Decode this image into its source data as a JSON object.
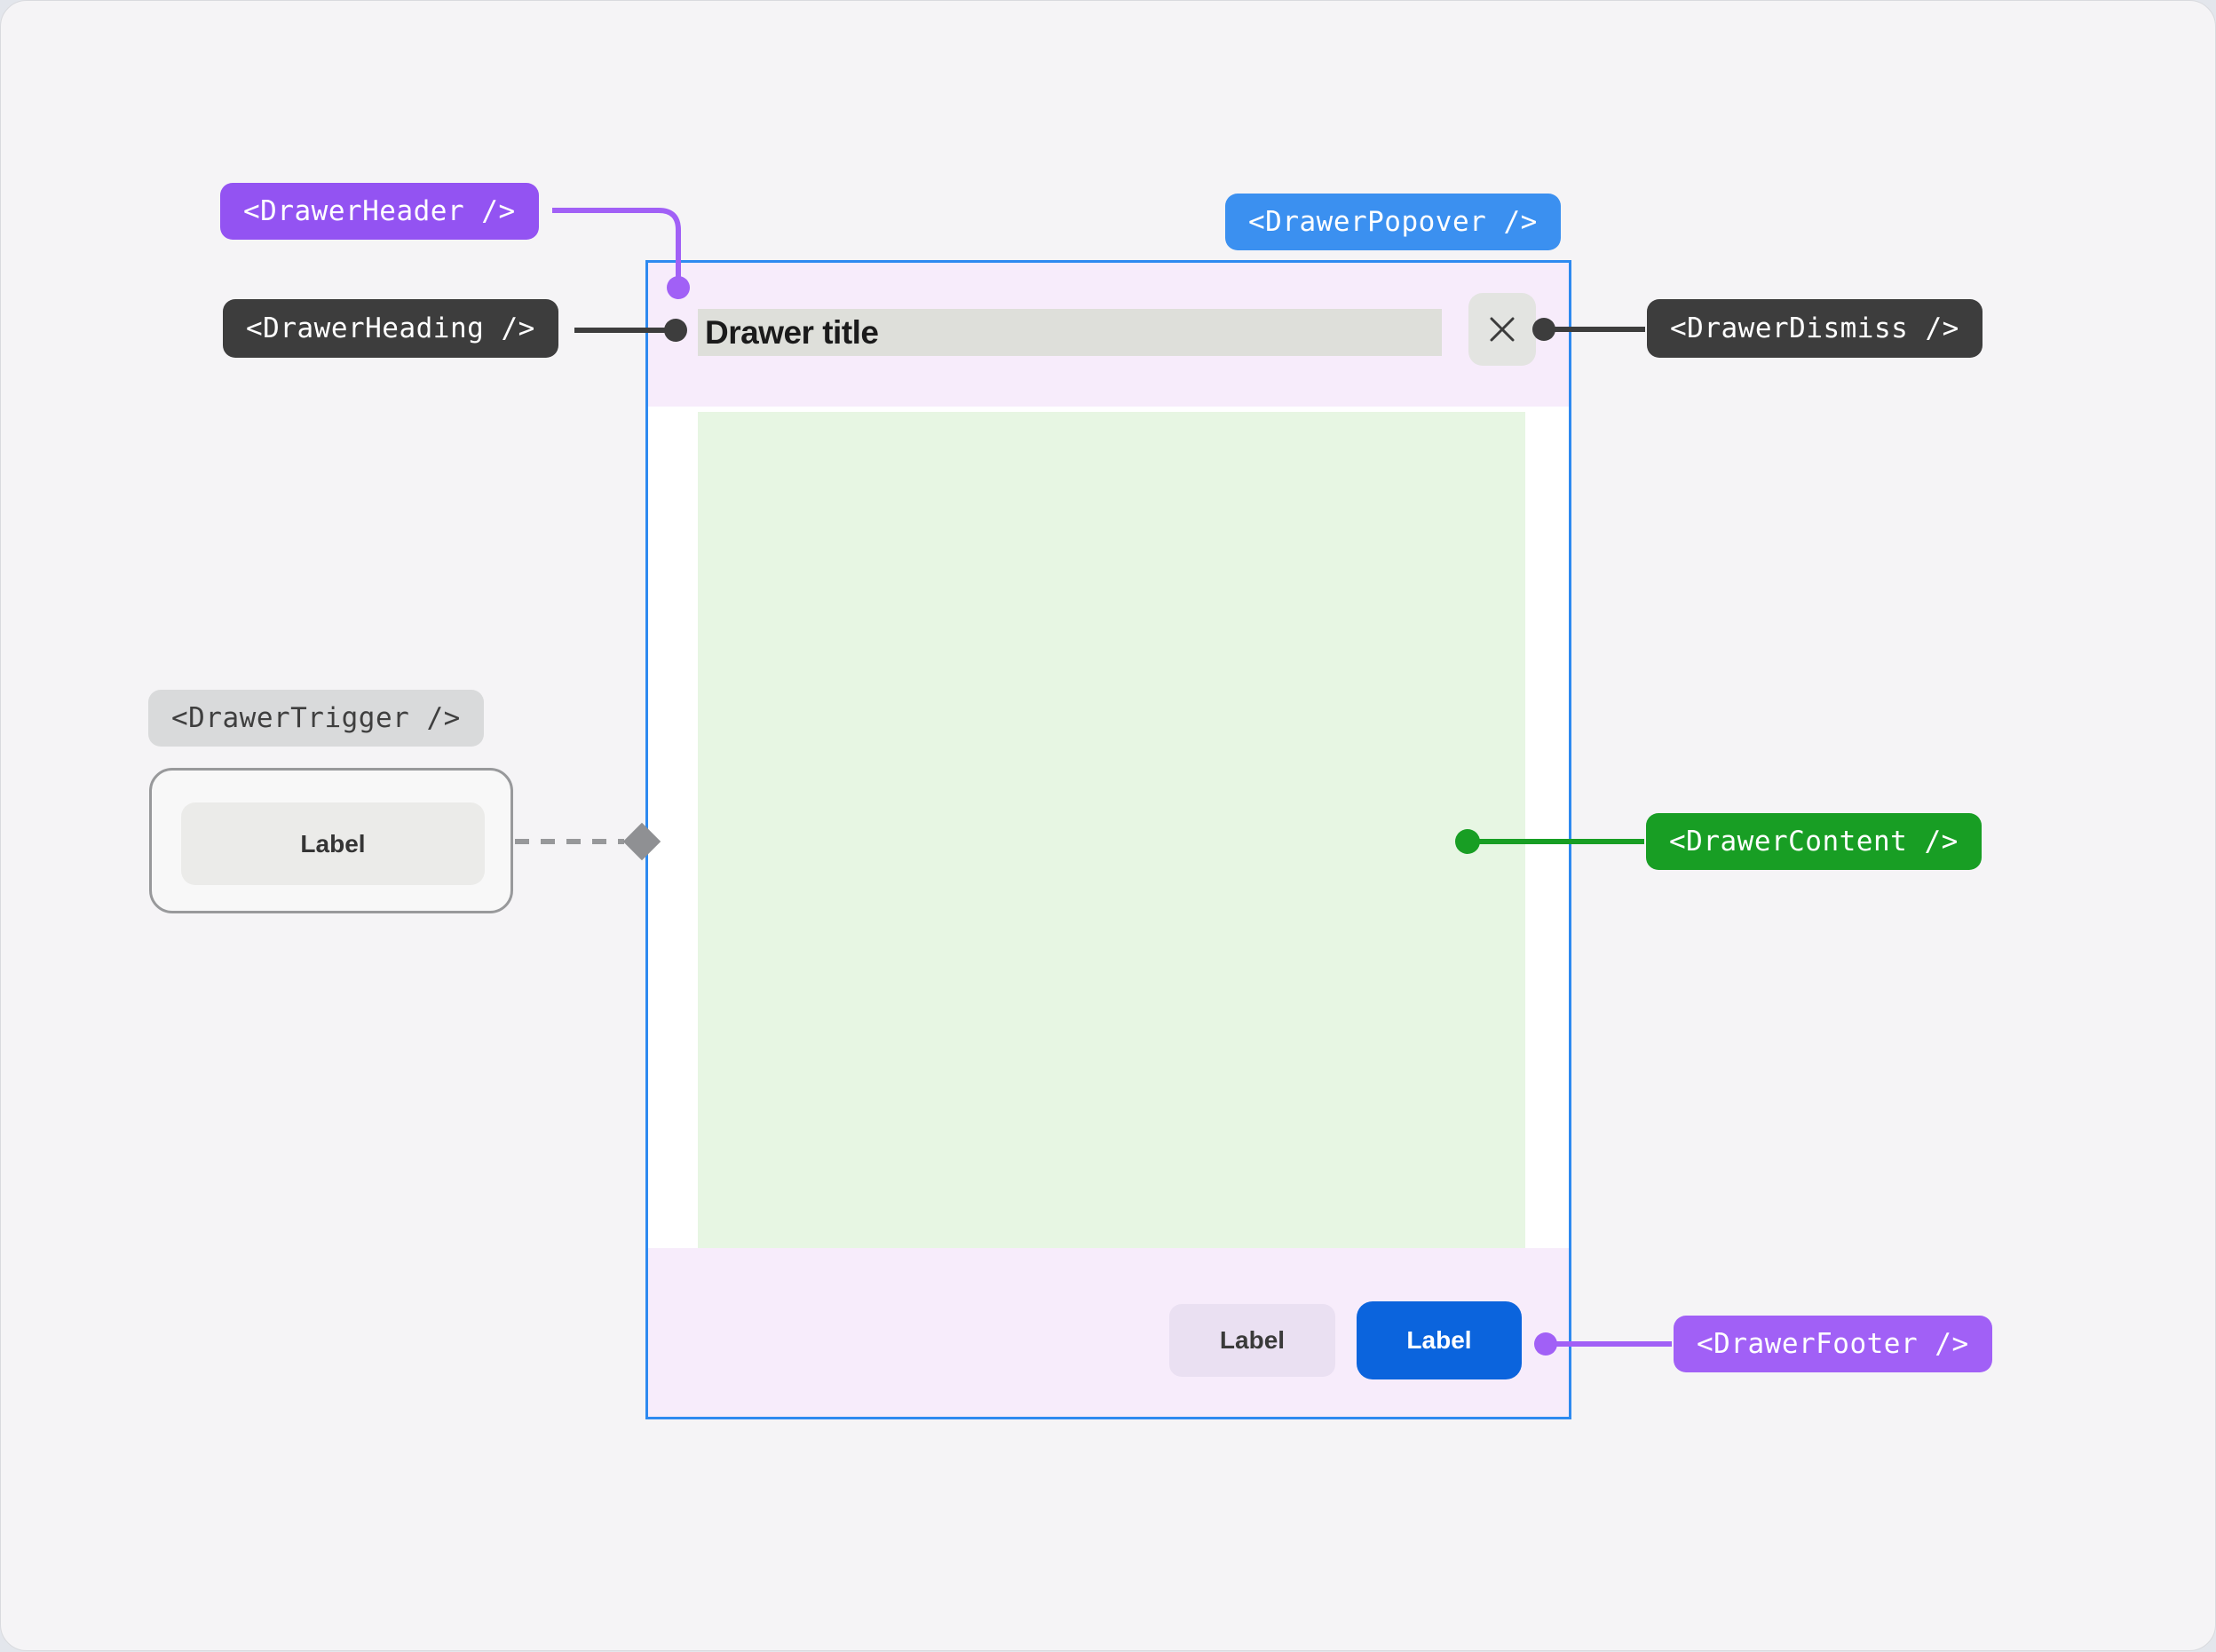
{
  "colors": {
    "canvas_bg": "#f5f4f6",
    "purple": "#9353f2",
    "purple_light": "#a160f6",
    "blue_badge": "#3b90f0",
    "dark_badge": "#3d3d3d",
    "gray_badge_bg": "#d9dadb",
    "gray_badge_text": "#3f3f3f",
    "green": "#189e24",
    "drawer_border": "#2e8af0",
    "drawer_header_bg": "#f7ecfb",
    "heading_placeholder_bg": "#dedfda",
    "content_bg": "#e7f6e3",
    "dismiss_bg": "#e3e4e1",
    "primary_btn_bg": "#0b64dd",
    "secondary_btn_bg": "#eae0f2",
    "trigger_btn_bg": "#ebebe9",
    "connector_gray": "#98999b"
  },
  "annotations": {
    "drawer_header": {
      "label": "<DrawerHeader />"
    },
    "drawer_popover": {
      "label": "<DrawerPopover />"
    },
    "drawer_heading": {
      "label": "<DrawerHeading />"
    },
    "drawer_dismiss": {
      "label": "<DrawerDismiss />"
    },
    "drawer_trigger": {
      "label": "<DrawerTrigger />"
    },
    "drawer_content": {
      "label": "<DrawerContent />"
    },
    "drawer_footer": {
      "label": "<DrawerFooter />"
    }
  },
  "drawer": {
    "heading_text": "Drawer title",
    "dismiss_icon": "x-close",
    "footer": {
      "secondary_label": "Label",
      "primary_label": "Label"
    }
  },
  "trigger": {
    "button_label": "Label"
  }
}
